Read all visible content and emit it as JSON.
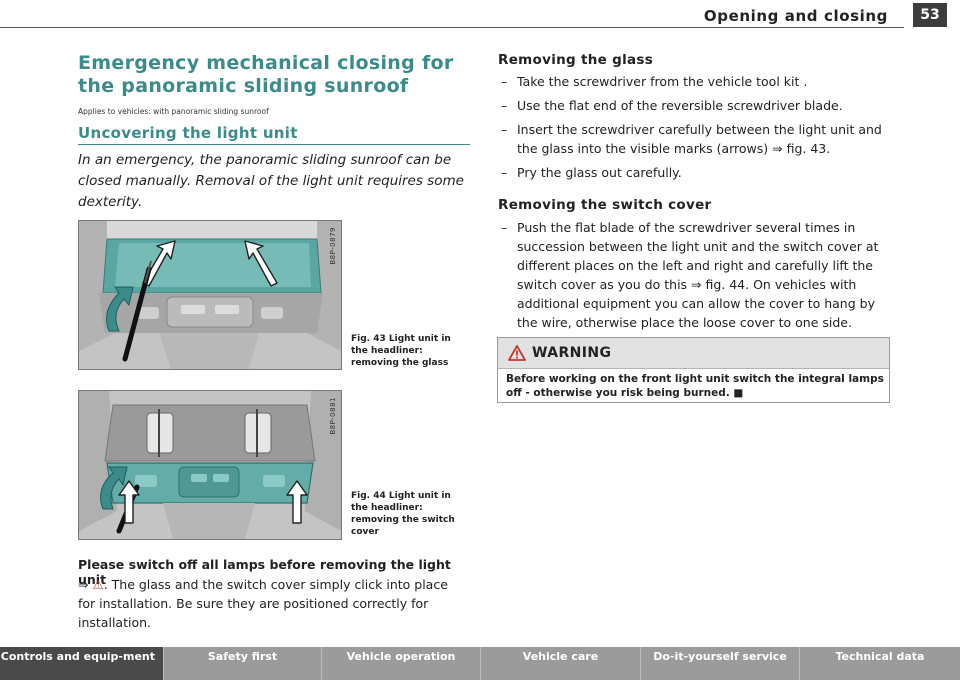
{
  "header": {
    "section_title": "Opening and closing",
    "page_number": "53"
  },
  "left": {
    "title": "Emergency mechanical closing for the panoramic sliding sunroof",
    "applies": "Applies to vehicles: with panoramic sliding sunroof",
    "subtitle": "Uncovering the light unit",
    "intro": "In an emergency, the panoramic sliding sunroof can be closed manually. Removal of the light unit requires some dexterity.",
    "figures": [
      {
        "code": "B8P-0879",
        "caption": "Fig. 43  Light unit in the headliner: removing the glass"
      },
      {
        "code": "B8P-0881",
        "caption": "Fig. 44  Light unit in the headliner: removing the switch cover"
      }
    ],
    "bold_lead": "Please switch off all lamps before removing the light unit",
    "body_arrow": "⇒",
    "body_rest": ". The glass and the switch cover simply click into place for installation. Be sure they are positioned correctly for installation."
  },
  "right": {
    "heading1": "Removing the glass",
    "steps1": [
      "Take the screwdriver from the vehicle tool kit .",
      "Use the flat end of the reversible screwdriver blade.",
      "Insert the screwdriver carefully between the light unit and the glass into the visible marks (arrows) ⇒ fig. 43.",
      "Pry the glass out carefully."
    ],
    "heading2": "Removing the switch cover",
    "steps2": [
      "Push the flat blade of the screwdriver several times in succession between the light unit and the switch cover at different places on the left and right and carefully lift the switch cover as you do this ⇒ fig. 44. On vehicles with additional equipment you can allow the cover to hang by the wire, otherwise place the loose cover to one side."
    ],
    "warning_title": "WARNING",
    "warning_text": "Before working on the front light unit switch the integral lamps off - otherwise you risk being burned. ■"
  },
  "footer": {
    "tabs": [
      "Controls and equip-ment",
      "Safety first",
      "Vehicle operation",
      "Vehicle care",
      "Do-it-yourself service",
      "Technical data"
    ]
  },
  "colors": {
    "accent": "#3a8b8a",
    "warning_red": "#c0392b",
    "footer_bg": "#9b9b9b",
    "footer_active": "#4a4a4a",
    "header_badge": "#3c3c3c"
  }
}
